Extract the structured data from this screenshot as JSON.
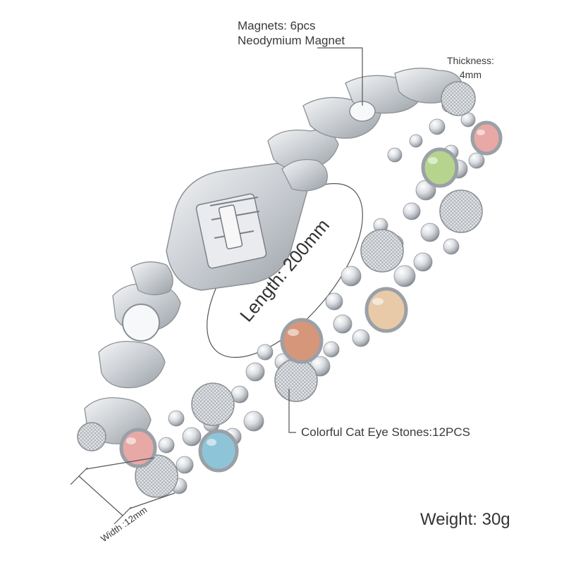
{
  "annotations": {
    "magnets_line1": "Magnets: 6pcs",
    "magnets_line2": "Neodymium Magnet",
    "thickness_line1": "Thickness:",
    "thickness_line2": "4mm",
    "length": "Length: 200mm",
    "stones": "Colorful Cat Eye Stones:12PCS",
    "width": "Width :12mm",
    "weight": "Weight: 30g"
  },
  "stone_colors": {
    "pink": "#e8a8a6",
    "green": "#b6d48e",
    "peach": "#e8c9a8",
    "salmon": "#d6967a",
    "blue": "#8ec4d8",
    "silver": "#d9dde2"
  }
}
